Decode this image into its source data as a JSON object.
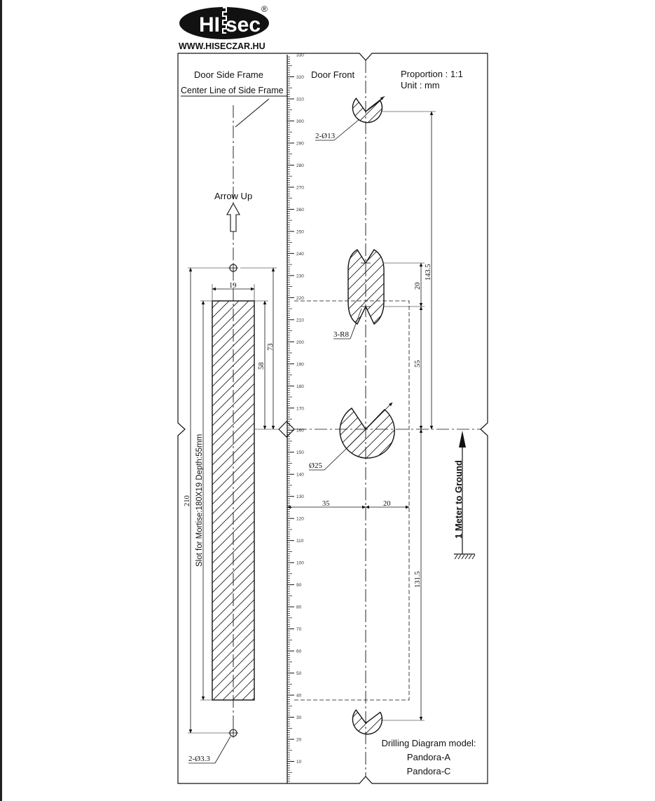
{
  "logo": {
    "left": "HI",
    "right": "sec",
    "registered": "®",
    "website": "WWW.HISECZAR.HU"
  },
  "labels": {
    "door_side_frame": "Door Side Frame",
    "center_line": "Center Line of Side Frame",
    "door_front": "Door Front",
    "proportion": "Proportion : 1:1",
    "unit": "Unit :  mm",
    "arrow_up": "Arrow Up",
    "slot": "Slot for Mortise:180X19  Depth:55mm",
    "meter_to_ground": "1 Meter to Ground",
    "drilling_diagram": "Drilling Diagram  model:",
    "model_a": "Pandora-A",
    "model_c": "Pandora-C"
  },
  "callouts": {
    "holes_13": "2-Ø13",
    "r8": "3-R8",
    "hole_25": "Ø25",
    "holes_33": "2-Ø3.3"
  },
  "dimensions": {
    "d19": "19",
    "d73": "73",
    "d58": "58",
    "d210": "210",
    "d1435": "143.5",
    "d20v": "20",
    "d55": "55",
    "d35": "35",
    "d20h": "20",
    "d1315": "131.5"
  },
  "ruler": {
    "min": 0,
    "max": 330,
    "major_step": 10,
    "ticks": [
      "330",
      "320",
      "310",
      "300",
      "290",
      "280",
      "270",
      "260",
      "250",
      "240",
      "230",
      "220",
      "210",
      "200",
      "190",
      "180",
      "170",
      "160",
      "150",
      "140",
      "130",
      "120",
      "110",
      "100",
      "90",
      "80",
      "70",
      "60",
      "50",
      "40",
      "30",
      "20",
      "10"
    ]
  }
}
